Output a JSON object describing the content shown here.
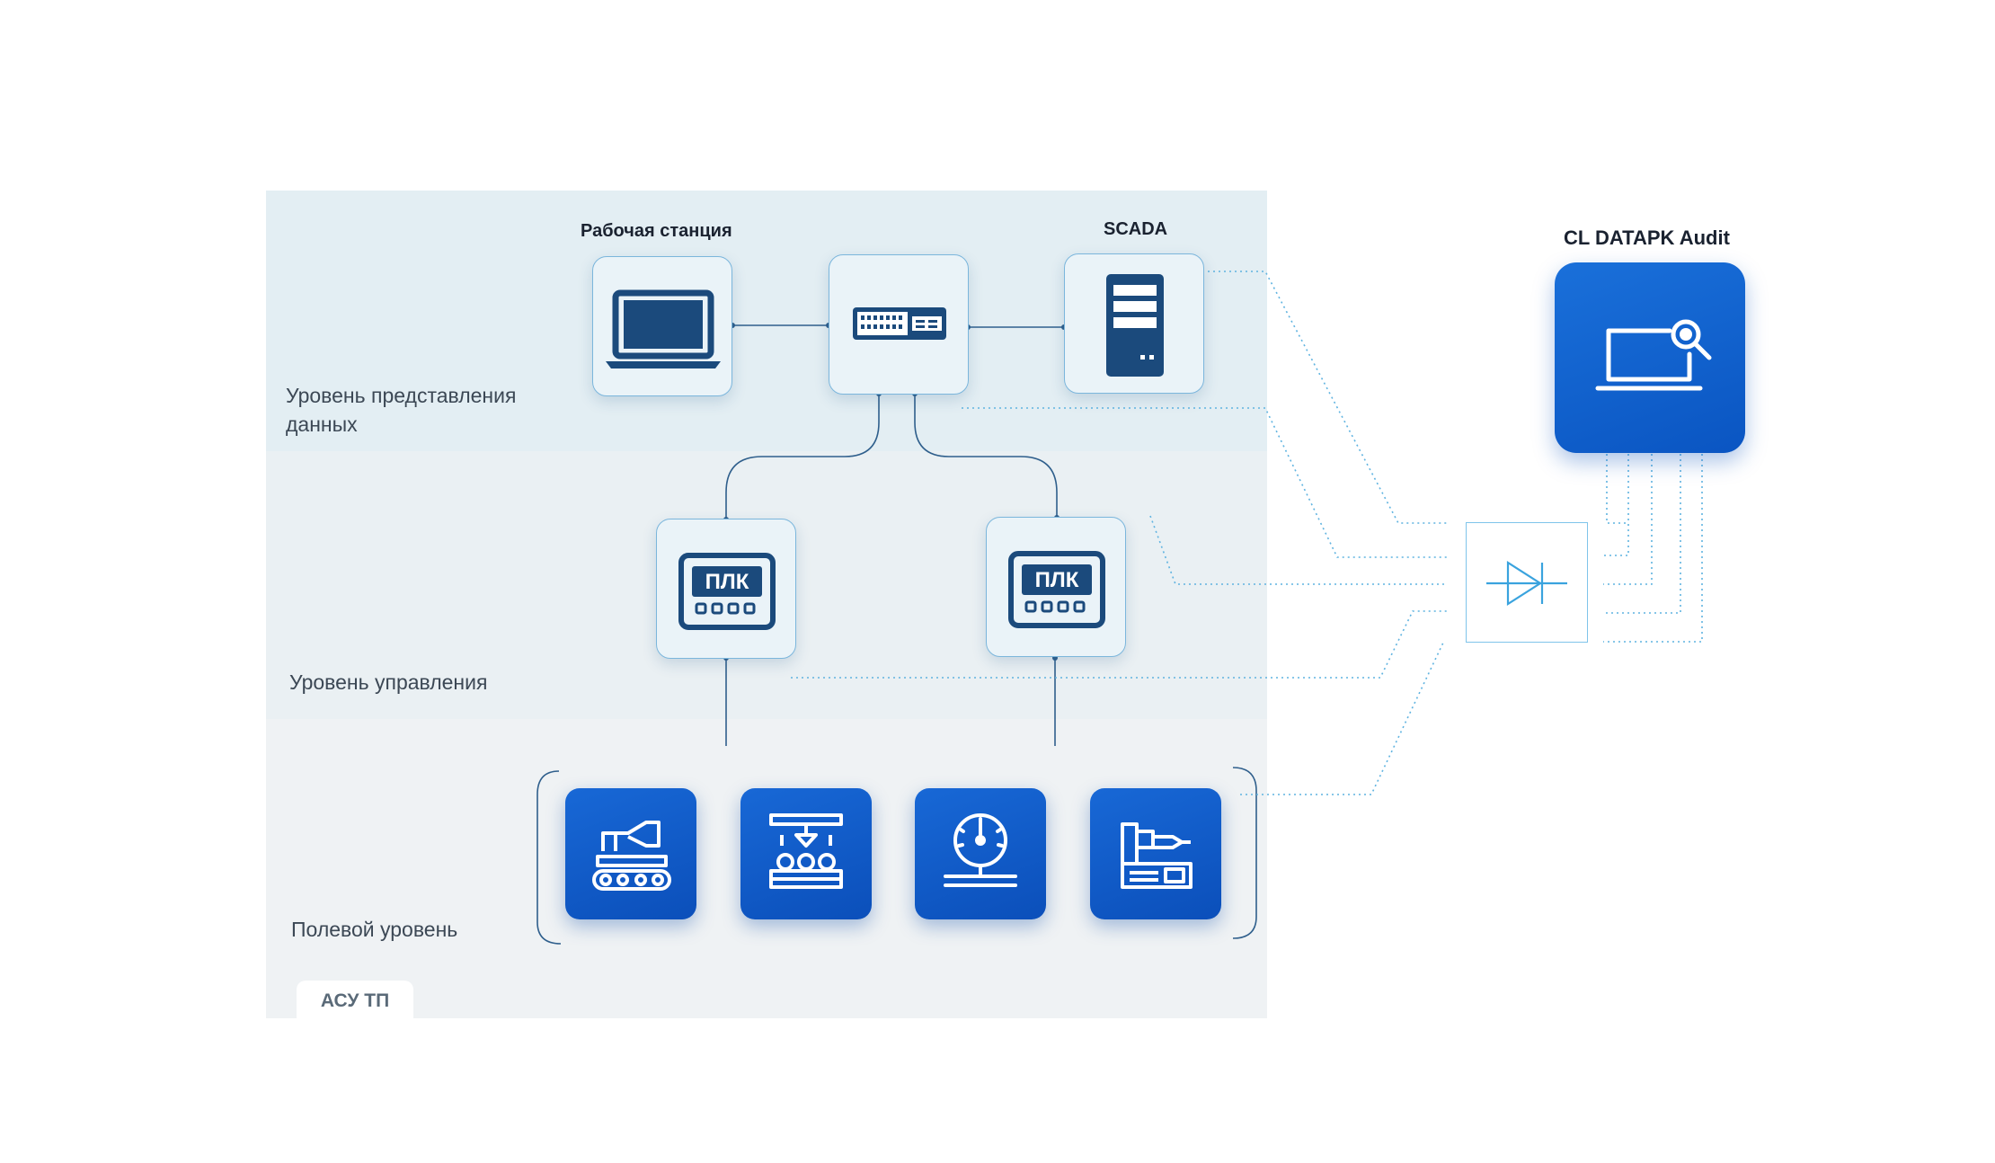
{
  "diagram": {
    "levels": {
      "presentation_line1": "Уровень представления",
      "presentation_line2": "данных",
      "control": "Уровень управления",
      "field": "Полевой уровень"
    },
    "system_tag": "АСУ ТП",
    "nodes": {
      "workstation_label": "Рабочая станция",
      "scada_label": "SCADA",
      "plc1_label": "ПЛК",
      "plc2_label": "ПЛК"
    },
    "audit": {
      "label": "CL DATAPK Audit"
    },
    "icons": {
      "workstation": "laptop-icon",
      "switch": "network-switch-icon",
      "scada": "server-tower-icon",
      "plc": "plc-controller-icon",
      "field_devices": [
        "robot-arm-conveyor-icon",
        "filling-line-icon",
        "pressure-gauge-icon",
        "cnc-machine-icon"
      ],
      "audit": "laptop-search-icon",
      "tap": "network-tap-icon"
    },
    "colors": {
      "accent": "#0b59c8",
      "node_border": "#7bb6dc",
      "icon_navy": "#1b4a7c",
      "link_dotted": "#5fb3e0"
    }
  }
}
